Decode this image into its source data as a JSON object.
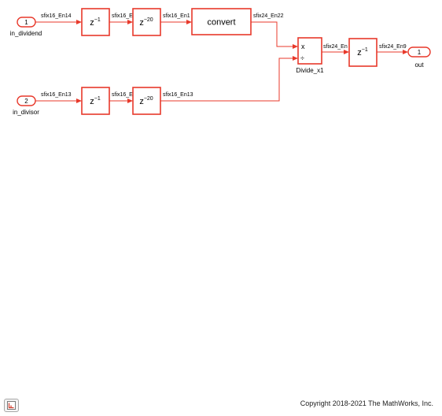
{
  "ports": {
    "in_dividend": {
      "number": "1",
      "label": "in_dividend"
    },
    "in_divisor": {
      "number": "2",
      "label": "in_divisor"
    },
    "out": {
      "number": "1",
      "label": "out"
    }
  },
  "blocks": {
    "delay_z1": {
      "base": "z",
      "exp": "−1"
    },
    "delay_z20": {
      "base": "z",
      "exp": "−20"
    },
    "convert": "convert",
    "divide": {
      "label": "Divide_x1",
      "numerator_op": "x",
      "denominator_op": "÷"
    }
  },
  "signals": {
    "dividend_in": "sfix16_En14",
    "dividend_d1": "sfix16_E",
    "dividend_d20": "sfix16_En1",
    "convert_out": "sfix24_En22",
    "divisor_in": "sfix16_En13",
    "divisor_d1": "sfix16_E",
    "divisor_d20": "sfix16_En13",
    "divide_out": "sfix24_En",
    "out_sig": "sfix24_En9"
  },
  "footer": {
    "copyright": "Copyright 2018-2021 The MathWorks, Inc."
  },
  "colors": {
    "block_border": "#e8392b",
    "wire": "#e8392b"
  }
}
